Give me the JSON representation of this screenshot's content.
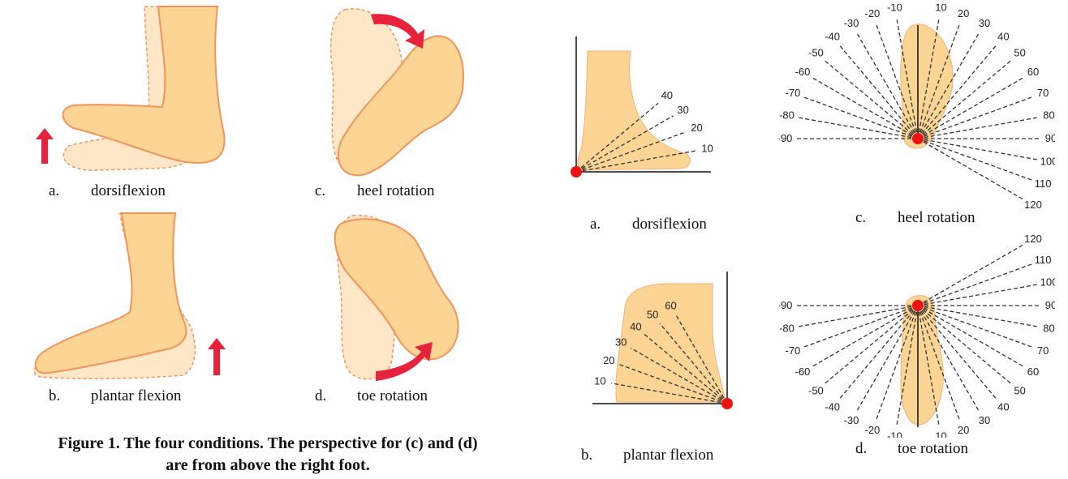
{
  "figure1": {
    "caption_line1": "Figure 1. The four conditions. The perspective for (c) and (d)",
    "caption_line2": "are from above the right foot.",
    "panels": {
      "a": {
        "letter": "a.",
        "label": "dorsiflexion"
      },
      "b": {
        "letter": "b.",
        "label": "plantar flexion"
      },
      "c": {
        "letter": "c.",
        "label": "heel rotation"
      },
      "d": {
        "letter": "d.",
        "label": "toe rotation"
      }
    }
  },
  "figure2": {
    "panels": {
      "a": {
        "letter": "a.",
        "label": "dorsiflexion",
        "angles": [
          "10",
          "20",
          "30",
          "40"
        ]
      },
      "b": {
        "letter": "b.",
        "label": "plantar flexion",
        "angles": [
          "10",
          "20",
          "30",
          "40",
          "50",
          "60"
        ]
      },
      "c": {
        "letter": "c.",
        "label": "heel rotation",
        "angles_left": [
          "-90",
          "-80",
          "-70",
          "-60",
          "-50",
          "-40",
          "-30",
          "-20",
          "-10"
        ],
        "angles_right": [
          "10",
          "20",
          "30",
          "40",
          "50",
          "60",
          "70",
          "80",
          "90",
          "100",
          "110",
          "120"
        ]
      },
      "d": {
        "letter": "d.",
        "label": "toe rotation",
        "angles_left": [
          "-90",
          "-80",
          "-70",
          "-60",
          "-50",
          "-40",
          "-30",
          "-20",
          "-10"
        ],
        "angles_right": [
          "10",
          "20",
          "30",
          "40",
          "50",
          "60",
          "70",
          "80",
          "90",
          "100",
          "110",
          "120"
        ]
      }
    }
  },
  "colors": {
    "foot_fill": "#fcd595",
    "foot_stroke": "#f2935c",
    "ghost_fill": "#fde7c6",
    "arrow": "#e8223a",
    "pivot": "#ee1111"
  },
  "icons": [
    "up-arrow-icon",
    "curved-arrow-icon",
    "pivot-dot-icon"
  ]
}
